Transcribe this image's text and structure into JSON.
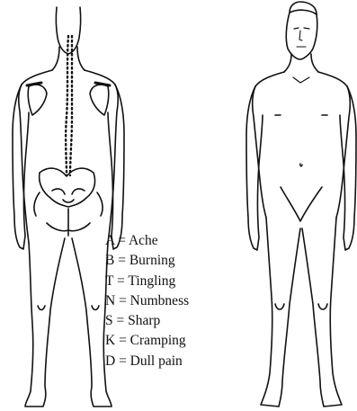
{
  "figure": {
    "ink_color": "#111111",
    "background": "#ffffff",
    "views": [
      {
        "name": "back-view",
        "label": ""
      },
      {
        "name": "front-view",
        "label": ""
      }
    ]
  },
  "legend": {
    "items": [
      {
        "code": "A",
        "meaning": "Ache",
        "text": "A = Ache"
      },
      {
        "code": "B",
        "meaning": "Burning",
        "text": "B = Burning"
      },
      {
        "code": "T",
        "meaning": "Tingling",
        "text": "T = Tingling"
      },
      {
        "code": "N",
        "meaning": "Numbness",
        "text": "N = Numbness"
      },
      {
        "code": "S",
        "meaning": "Sharp",
        "text": "S = Sharp"
      },
      {
        "code": "K",
        "meaning": "Cramping",
        "text": "K = Cramping"
      },
      {
        "code": "D",
        "meaning": "Dull pain",
        "text": "D = Dull pain"
      }
    ]
  }
}
